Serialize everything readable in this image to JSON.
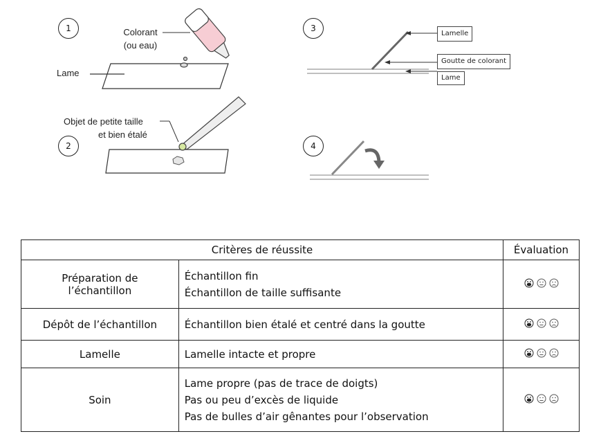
{
  "figure": {
    "steps": [
      "1",
      "2",
      "3",
      "4"
    ],
    "labels": {
      "colorant": "Colorant",
      "colorant_alt": "(ou eau)",
      "lame": "Lame",
      "objet_line1": "Objet de petite taille",
      "objet_line2": "et bien étalé",
      "tag_lamelle": "Lamelle",
      "tag_goutte": "Goutte de colorant",
      "tag_lame": "Lame"
    }
  },
  "table": {
    "header_criteria": "Critères de réussite",
    "header_evaluation": "Évaluation",
    "rows": [
      {
        "criterion": [
          "Préparation de",
          "l’échantillon"
        ],
        "items": [
          "Échantillon fin",
          "Échantillon de taille suffisante"
        ]
      },
      {
        "criterion": [
          "Dépôt de l’échantillon"
        ],
        "items": [
          "Échantillon bien étalé et centré dans la goutte"
        ]
      },
      {
        "criterion": [
          "Lamelle"
        ],
        "items": [
          "Lamelle intacte et propre"
        ]
      },
      {
        "criterion": [
          "Soin"
        ],
        "items": [
          "Lame propre (pas de trace de doigts)",
          "Pas ou peu d’excès de liquide",
          "Pas de bulles d’air gênantes pour l’observation"
        ]
      }
    ],
    "evaluation_icons": [
      "very-happy-face-icon",
      "neutral-face-icon",
      "sad-face-icon"
    ]
  }
}
